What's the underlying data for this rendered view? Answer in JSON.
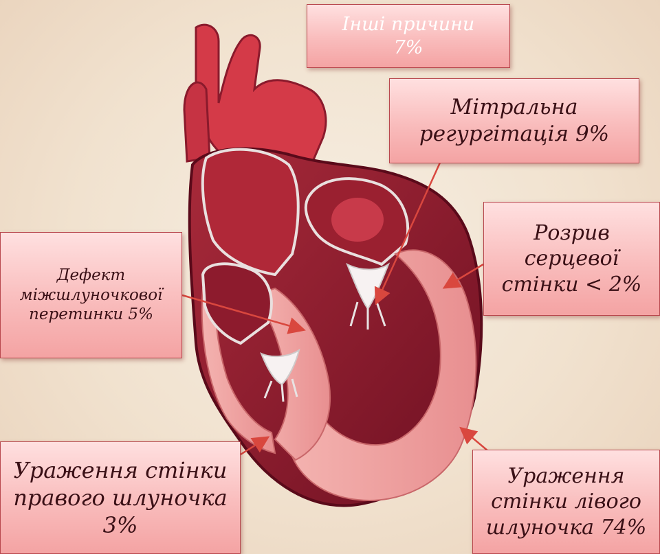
{
  "colors": {
    "arrow": "#d9473e",
    "box_fill": "#f9bcbc",
    "box_border": "#b8474d",
    "heart_muscle": "#8a1a2c",
    "heart_wall": "#f0a0a0",
    "aorta": "#d43a48"
  },
  "labels": {
    "other_causes": "Інші причини\n7%",
    "mitral_regurgitation": "Мітральна\nрегургітація 9%",
    "wall_rupture": "Розрив\nсерцевої\nстінки < 2%",
    "septal_defect": "Дефект\nміжшлуночкової\nперетинки 5%",
    "rv_wall_lesion": "Ураження стінки\nправого шлуночка\n3%",
    "lv_wall_lesion": "Ураження\nстінки лівого\nшлуночка 74%"
  }
}
